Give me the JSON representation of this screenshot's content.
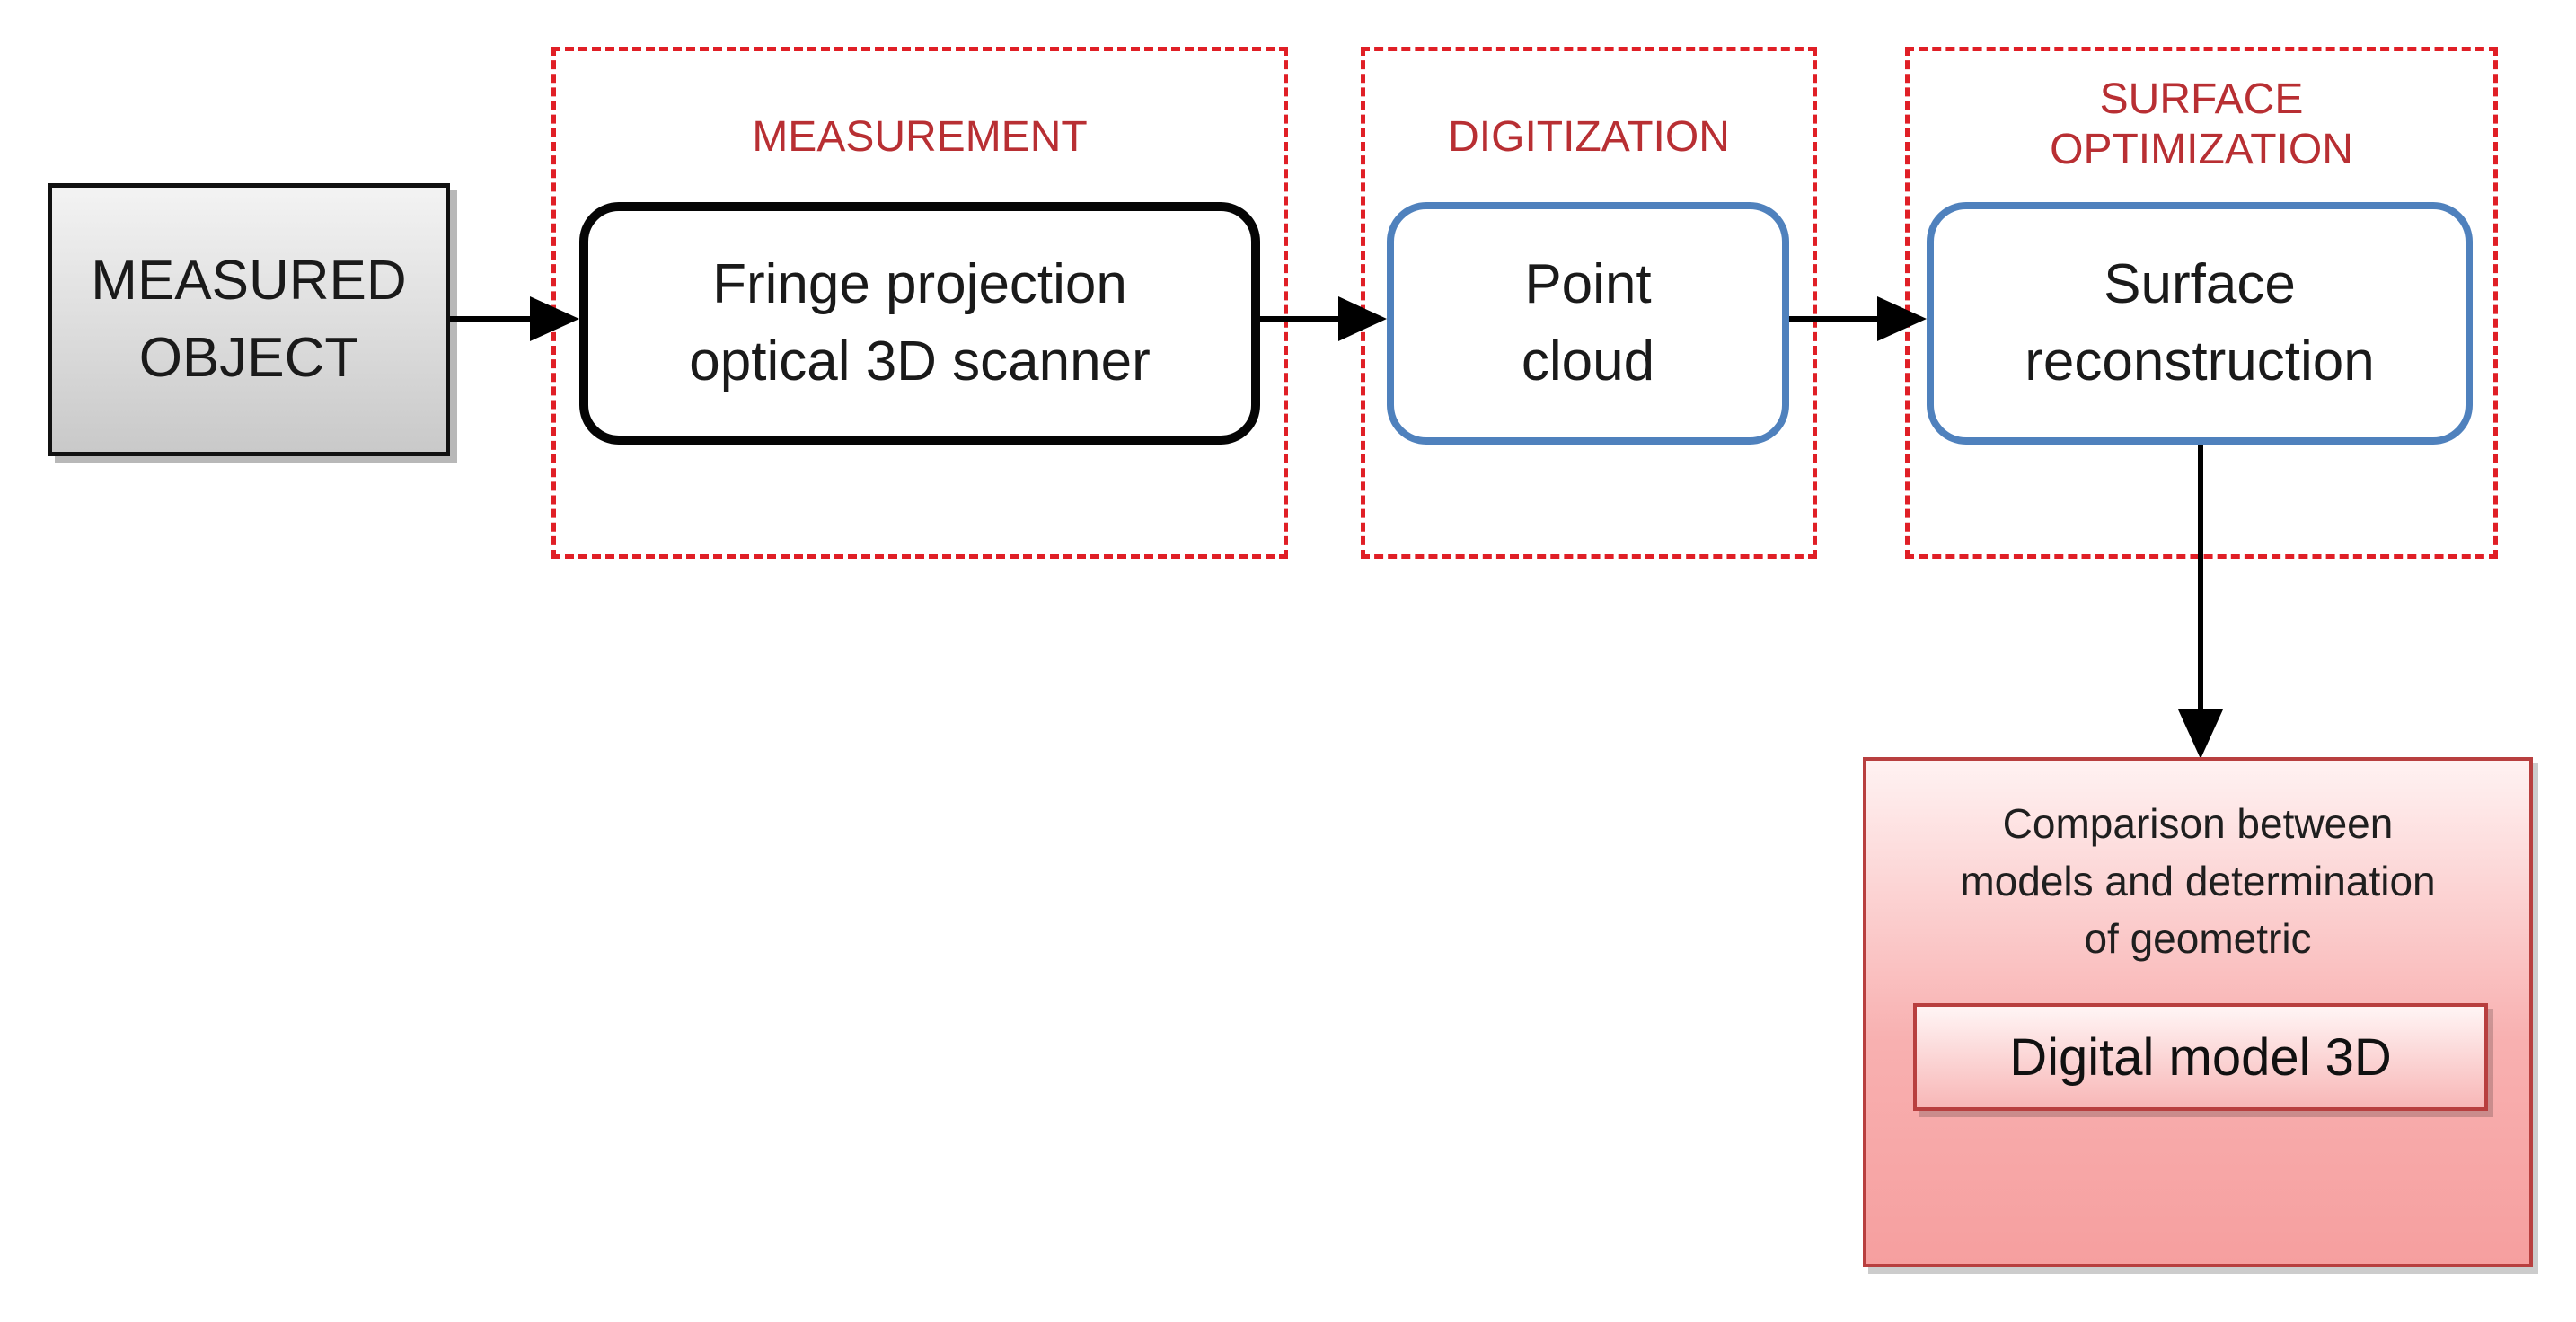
{
  "stages": {
    "measurement": "MEASUREMENT",
    "digitization": "DIGITIZATION",
    "surface_optimization": "SURFACE\nOPTIMIZATION"
  },
  "nodes": {
    "measured_object": "MEASURED\nOBJECT",
    "scanner": "Fringe projection\noptical 3D scanner",
    "point_cloud": "Point\ncloud",
    "surface_reconstruction": "Surface\nreconstruction",
    "comparison": "Comparison between\nmodels and determination\nof geometric",
    "digital_model": "Digital model 3D"
  },
  "colors": {
    "stage_border": "#e01f26",
    "stage_label": "#b82f33",
    "blue_border": "#4f81bd",
    "compare_fill": "#f8b0b0",
    "compare_border": "#b83f3f",
    "object_fill": "#c9c9c9"
  }
}
